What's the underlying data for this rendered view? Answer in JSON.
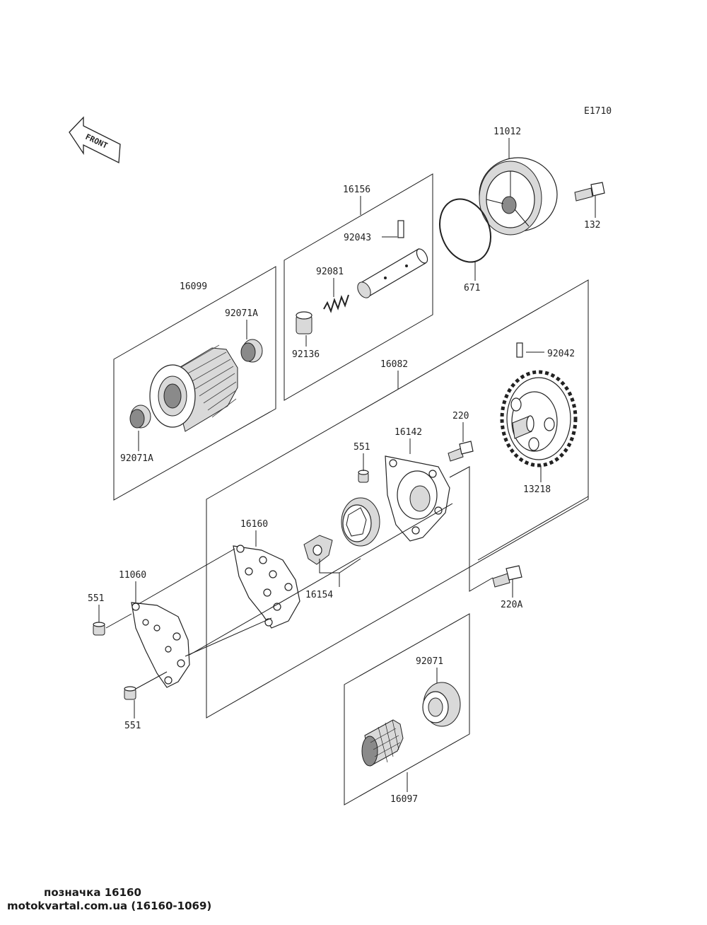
{
  "diagram": {
    "code": "E1710",
    "front_label": "FRONT",
    "parts": {
      "p11012": "11012",
      "p132": "132",
      "p671": "671",
      "p16156": "16156",
      "p92043": "92043",
      "p92081": "92081",
      "p92136": "92136",
      "p16099": "16099",
      "p92071A_top": "92071A",
      "p92071A_bottom": "92071A",
      "p16082": "16082",
      "p92042": "92042",
      "p13218": "13218",
      "p220": "220",
      "p551_top": "551",
      "p16142": "16142",
      "p16160": "16160",
      "p11060": "11060",
      "p551_left": "551",
      "p551_bottom": "551",
      "p16154": "16154",
      "p220A": "220A",
      "p92071": "92071",
      "p16097": "16097"
    }
  },
  "caption": {
    "line1": "позначка 16160",
    "line2": "motokvartal.com.ua (16160-1069)"
  }
}
